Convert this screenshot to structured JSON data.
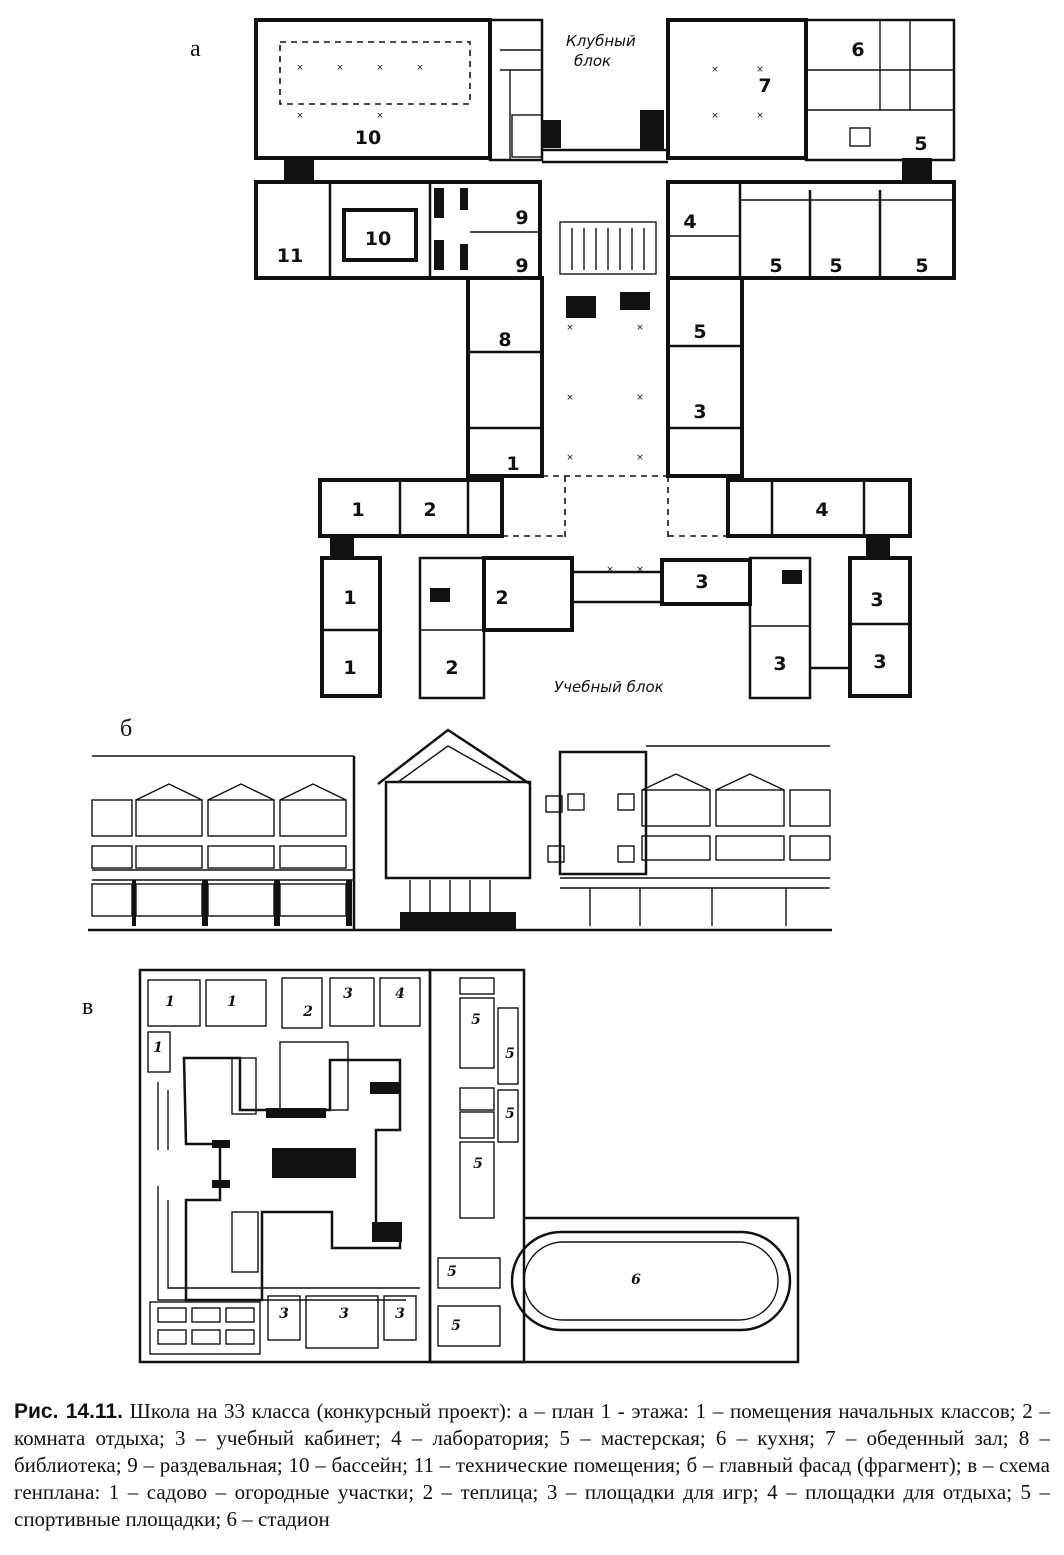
{
  "panels": {
    "a": "а",
    "b": "б",
    "v": "в"
  },
  "plan": {
    "block_labels": {
      "club": [
        "Клубный",
        "блок"
      ],
      "study": "Учебный блок"
    },
    "rooms": [
      {
        "id": "r10a",
        "label": "10"
      },
      {
        "id": "r7",
        "label": "7"
      },
      {
        "id": "r6",
        "label": "6"
      },
      {
        "id": "r5a",
        "label": "5"
      },
      {
        "id": "r11",
        "label": "11"
      },
      {
        "id": "r10b",
        "label": "10"
      },
      {
        "id": "r9a",
        "label": "9"
      },
      {
        "id": "r9b",
        "label": "9"
      },
      {
        "id": "r4a",
        "label": "4"
      },
      {
        "id": "r5b",
        "label": "5"
      },
      {
        "id": "r5c",
        "label": "5"
      },
      {
        "id": "r5d",
        "label": "5"
      },
      {
        "id": "r8",
        "label": "8"
      },
      {
        "id": "r5e",
        "label": "5"
      },
      {
        "id": "r3a",
        "label": "3"
      },
      {
        "id": "r1a",
        "label": "1"
      },
      {
        "id": "r1b",
        "label": "1"
      },
      {
        "id": "r2a",
        "label": "2"
      },
      {
        "id": "r4b",
        "label": "4"
      },
      {
        "id": "r1c",
        "label": "1"
      },
      {
        "id": "r2b",
        "label": "2"
      },
      {
        "id": "r3b",
        "label": "3"
      },
      {
        "id": "r3c",
        "label": "3"
      },
      {
        "id": "r1d",
        "label": "1"
      },
      {
        "id": "r2c",
        "label": "2"
      },
      {
        "id": "r3d",
        "label": "3"
      },
      {
        "id": "r3e",
        "label": "3"
      }
    ]
  },
  "site": {
    "zones": [
      {
        "id": "s1a",
        "label": "1"
      },
      {
        "id": "s1b",
        "label": "1"
      },
      {
        "id": "s1c",
        "label": "1"
      },
      {
        "id": "s2",
        "label": "2"
      },
      {
        "id": "s3a",
        "label": "3"
      },
      {
        "id": "s4",
        "label": "4"
      },
      {
        "id": "s5a",
        "label": "5"
      },
      {
        "id": "s5b",
        "label": "5"
      },
      {
        "id": "s5c",
        "label": "5"
      },
      {
        "id": "s5d",
        "label": "5"
      },
      {
        "id": "s5e",
        "label": "5"
      },
      {
        "id": "s5f",
        "label": "5"
      },
      {
        "id": "s6",
        "label": "6"
      },
      {
        "id": "s3b",
        "label": "3"
      },
      {
        "id": "s3c",
        "label": "3"
      },
      {
        "id": "s3d",
        "label": "3"
      }
    ]
  },
  "caption": {
    "lead": "Рис. 14.11.",
    "text": "Школа на 33 класса (конкурсный проект): а – план 1 - этажа: 1 – помещения начальных классов; 2 – комната отдыха; 3 – учебный кабинет; 4 – лаборатория; 5 – мастерская; 6 – кухня; 7 – обеденный зал; 8 – библиотека; 9 – раздевальная; 10 – бассейн; 11 – технические помещения; б – главный фасад (фрагмент); в – схема генплана: 1 – садово – огородные участки; 2 – теплица; 3 – площадки для игр; 4 – площадки для отдыха; 5 – спортивные площадки; 6 – стадион"
  }
}
